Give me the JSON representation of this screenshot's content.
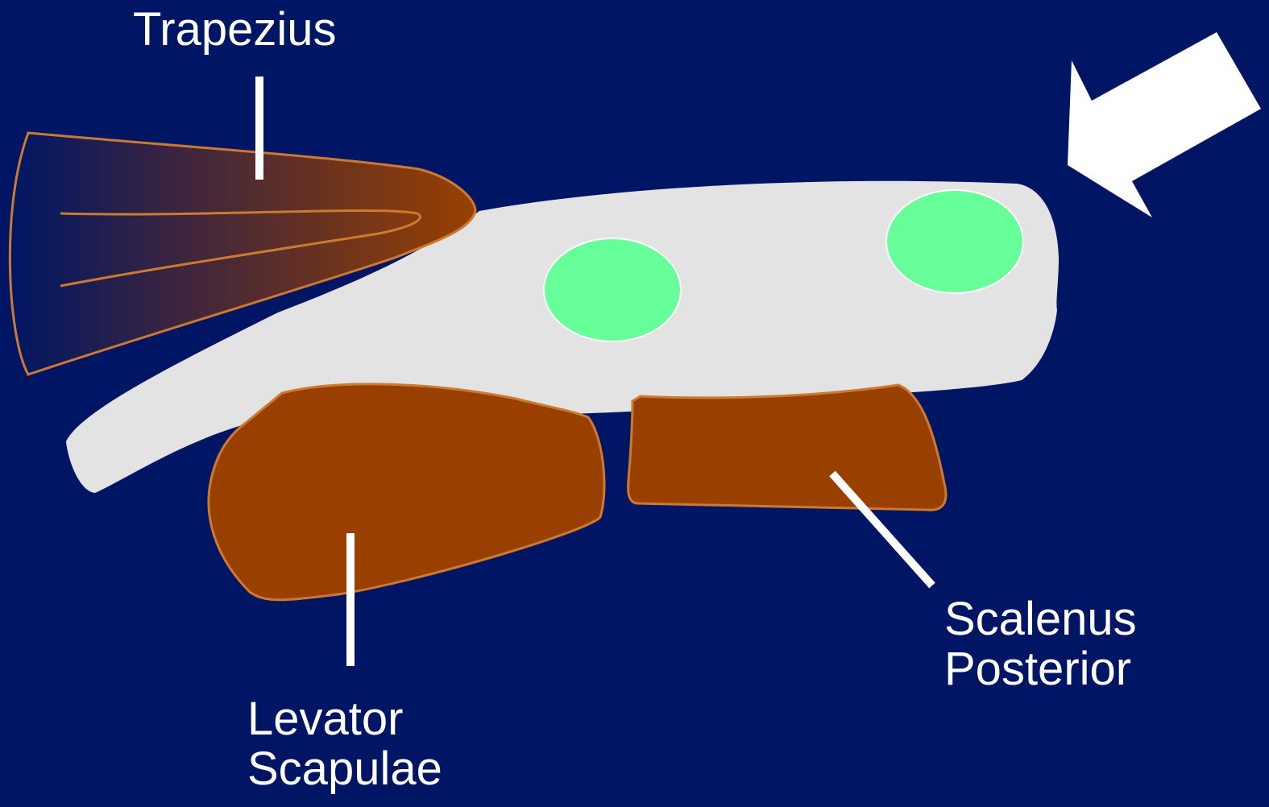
{
  "labels": {
    "trapezius": "Trapezius",
    "levator_line1": "Levator",
    "levator_line2": "Scapulae",
    "scalenus_line1": "Scalenus",
    "scalenus_line2": "Posterior"
  },
  "colors": {
    "background": "#001664",
    "bone": "#e3e3e3",
    "muscle": "#994000",
    "muscle_outline": "#cc7a2e",
    "nerve": "#66ff99",
    "label_text": "#ffffff",
    "pointer": "#ffffff",
    "arrow": "#ffffff"
  }
}
